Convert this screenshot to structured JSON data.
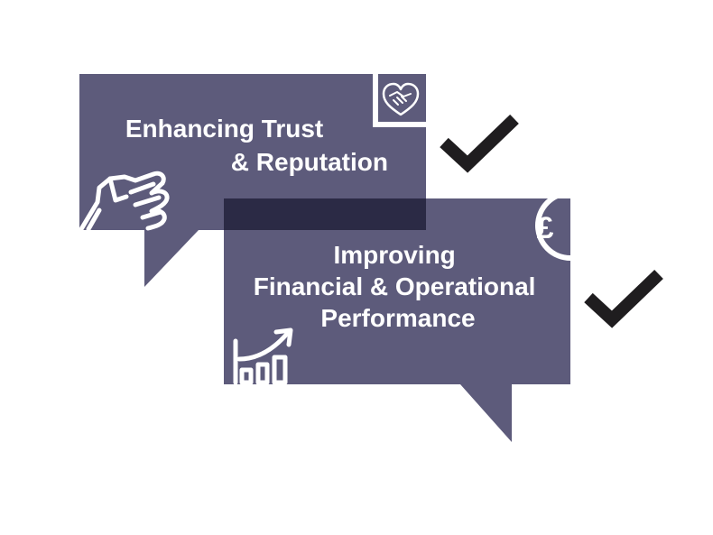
{
  "colors": {
    "bubble": "#5d5b7b",
    "overlap": "#2b2a45",
    "icon_stroke": "#ffffff",
    "check": "#1f1d1f",
    "text": "#ffffff",
    "background": "#ffffff"
  },
  "bubbles": [
    {
      "id": "trust",
      "lines": [
        "Enhancing Trust",
        "& Reputation"
      ],
      "corner_icon": "heart-handshake-icon",
      "side_icon": "hand-icon",
      "check_icon": "checkmark-icon"
    },
    {
      "id": "financial",
      "lines": [
        "Improving",
        "Financial & Operational",
        "Performance"
      ],
      "corner_icon": "pound-coin-icon",
      "corner_symbol": "£",
      "side_icon": "growth-chart-icon",
      "check_icon": "checkmark-icon"
    }
  ]
}
